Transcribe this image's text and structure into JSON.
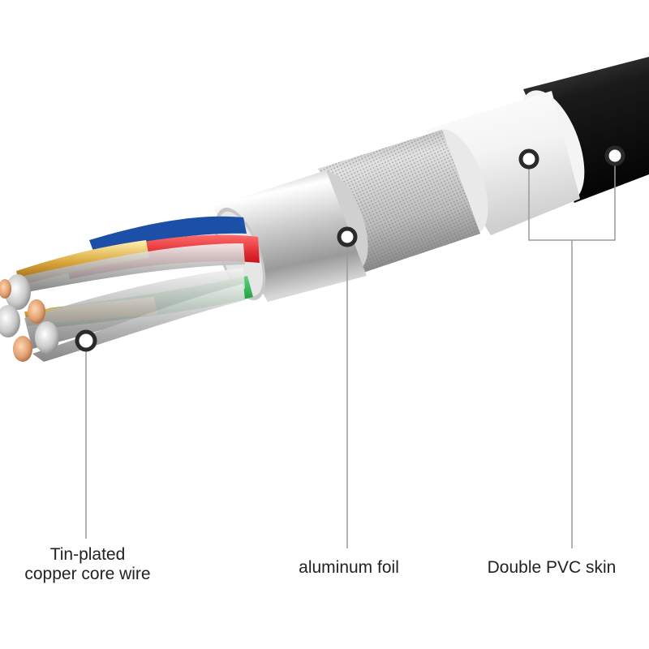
{
  "labels": {
    "core_line1": "Tin-plated",
    "core_line2": "copper core wire",
    "foil": "aluminum foil",
    "skin": "Double PVC skin"
  },
  "colors": {
    "jacket_outer": "#141414",
    "jacket_inner": "#f2f2f2",
    "braid": "#c4c4c4",
    "foil": "#d9d9d9",
    "wire_red": "#d81f26",
    "wire_green": "#1a9b3c",
    "wire_blue": "#1c4fa8",
    "copper": "#e0a070",
    "callout_line": "#9a9a9a",
    "dot": "#2a2a2a"
  },
  "icons": [
    "cable-cross-section-illustration",
    "callout-dot-icon"
  ]
}
